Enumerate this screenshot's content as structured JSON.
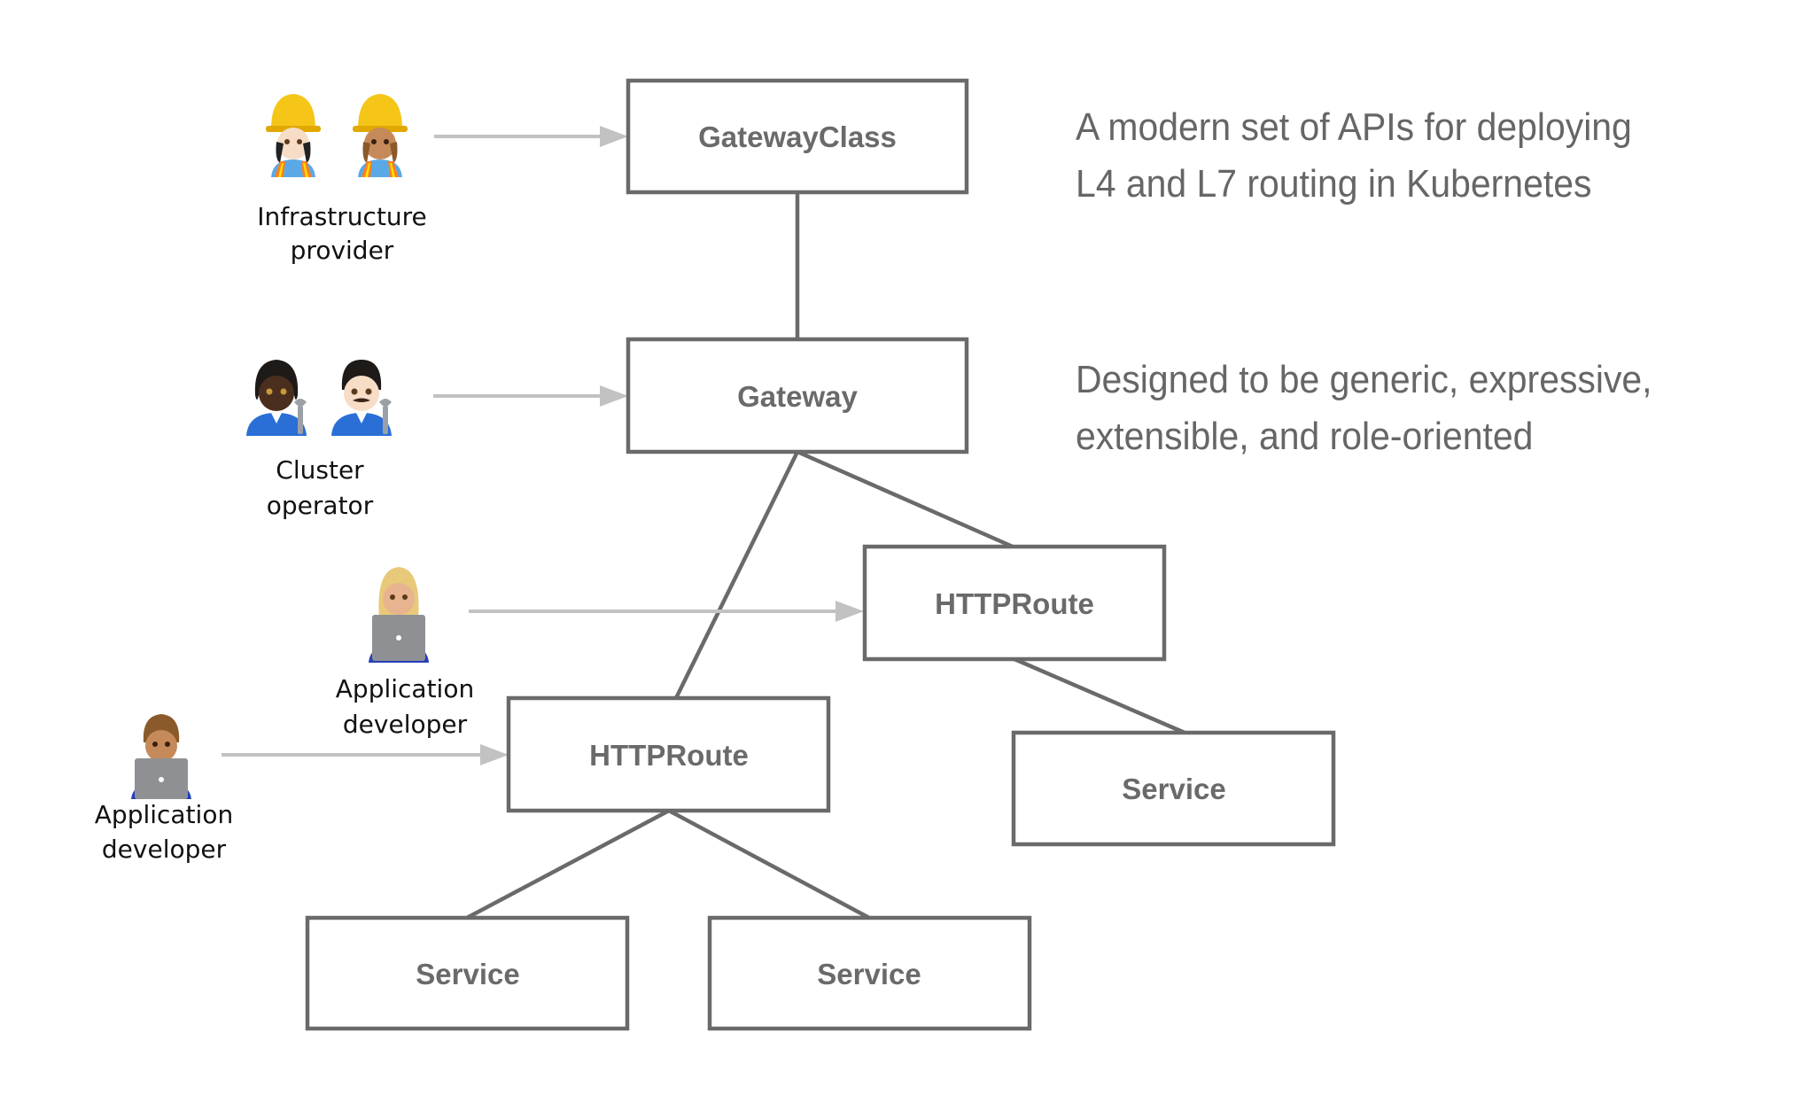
{
  "diagram": {
    "title_block": {
      "paragraphs": [
        [
          "A modern set of APIs for deploying",
          "L4 and L7 routing in Kubernetes"
        ],
        [
          "Designed to be generic, expressive,",
          "extensible, and role-oriented"
        ]
      ]
    },
    "colors": {
      "box_stroke": "#6a6a6a",
      "box_text": "#6a6a6a",
      "arrow": "#c2c2c2",
      "description_text": "#666666",
      "role_text": "#111111"
    },
    "nodes": [
      {
        "id": "gatewayclass",
        "label": "GatewayClass"
      },
      {
        "id": "gateway",
        "label": "Gateway"
      },
      {
        "id": "httproute-a",
        "label": "HTTPRoute"
      },
      {
        "id": "httproute-b",
        "label": "HTTPRoute"
      },
      {
        "id": "service-a",
        "label": "Service"
      },
      {
        "id": "service-b1",
        "label": "Service"
      },
      {
        "id": "service-b2",
        "label": "Service"
      }
    ],
    "edges": [
      {
        "from": "gatewayclass",
        "to": "gateway"
      },
      {
        "from": "gateway",
        "to": "httproute-a"
      },
      {
        "from": "gateway",
        "to": "httproute-b"
      },
      {
        "from": "httproute-a",
        "to": "service-a"
      },
      {
        "from": "httproute-b",
        "to": "service-b1"
      },
      {
        "from": "httproute-b",
        "to": "service-b2"
      }
    ],
    "roles": [
      {
        "id": "infra",
        "label_lines": [
          "Infrastructure",
          "provider"
        ],
        "icons": [
          "construction-worker-icon",
          "construction-worker-icon"
        ],
        "target": "gatewayclass"
      },
      {
        "id": "cluster",
        "label_lines": [
          "Cluster",
          "operator"
        ],
        "icons": [
          "mechanic-icon",
          "mechanic-icon"
        ],
        "target": "gateway"
      },
      {
        "id": "appdev-a",
        "label_lines": [
          "Application",
          "developer"
        ],
        "icons": [
          "technologist-laptop-icon"
        ],
        "target": "httproute-a"
      },
      {
        "id": "appdev-b",
        "label_lines": [
          "Application",
          "developer"
        ],
        "icons": [
          "technologist-laptop-icon"
        ],
        "target": "httproute-b"
      }
    ]
  }
}
